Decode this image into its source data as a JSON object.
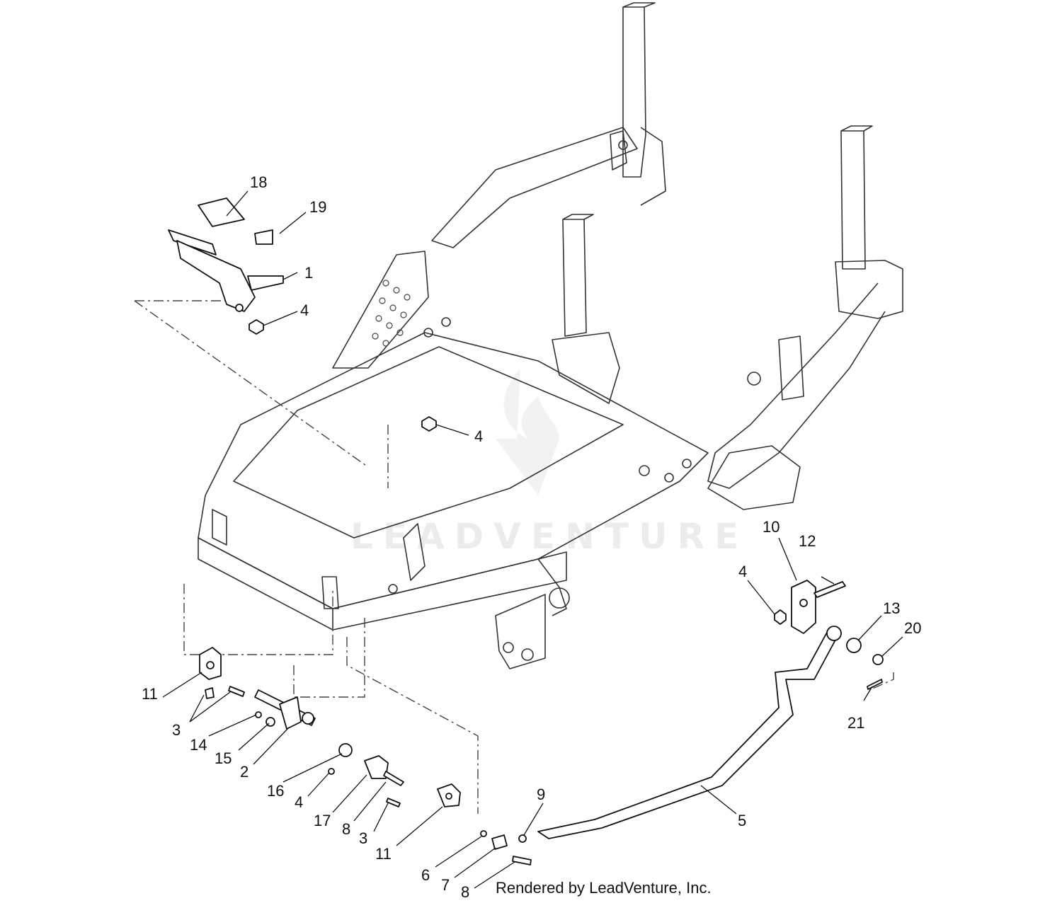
{
  "callouts": [
    {
      "label": "18"
    },
    {
      "label": "19"
    },
    {
      "label": "1"
    },
    {
      "label": "4"
    },
    {
      "label": "4"
    },
    {
      "label": "10"
    },
    {
      "label": "12"
    },
    {
      "label": "4"
    },
    {
      "label": "13"
    },
    {
      "label": "20"
    },
    {
      "label": "21"
    },
    {
      "label": "11"
    },
    {
      "label": "3"
    },
    {
      "label": "14"
    },
    {
      "label": "15"
    },
    {
      "label": "2"
    },
    {
      "label": "16"
    },
    {
      "label": "4"
    },
    {
      "label": "17"
    },
    {
      "label": "8"
    },
    {
      "label": "3"
    },
    {
      "label": "11"
    },
    {
      "label": "9"
    },
    {
      "label": "5"
    },
    {
      "label": "6"
    },
    {
      "label": "7"
    },
    {
      "label": "8"
    }
  ],
  "credit": "Rendered by LeadVenture, Inc.",
  "watermark": "LEADVENTURE"
}
